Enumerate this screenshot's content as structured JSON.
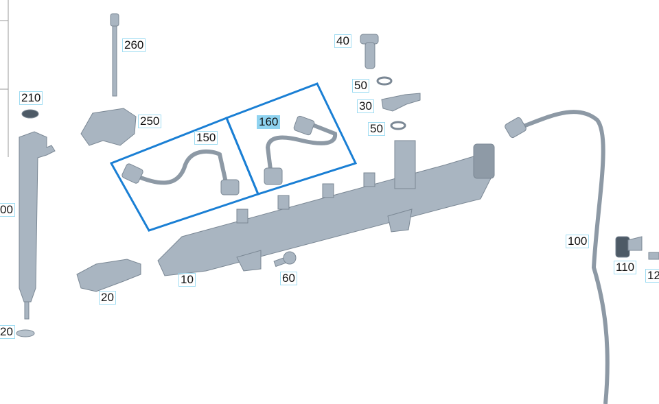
{
  "diagram": {
    "type": "exploded parts diagram",
    "highlight_color": "#8fd3f0",
    "selection_box_color": "#1a7fd4",
    "selected_part": "160",
    "labels": [
      {
        "id": "260",
        "text": "260"
      },
      {
        "id": "210",
        "text": "210"
      },
      {
        "id": "250",
        "text": "250"
      },
      {
        "id": "150",
        "text": "150"
      },
      {
        "id": "160",
        "text": "160"
      },
      {
        "id": "40",
        "text": "40"
      },
      {
        "id": "50a",
        "text": "50"
      },
      {
        "id": "30",
        "text": "30"
      },
      {
        "id": "50b",
        "text": "50"
      },
      {
        "id": "10",
        "text": "10"
      },
      {
        "id": "20",
        "text": "20"
      },
      {
        "id": "60",
        "text": "60"
      },
      {
        "id": "100",
        "text": "100"
      },
      {
        "id": "110",
        "text": "110"
      },
      {
        "id": "120",
        "text": "12"
      },
      {
        "id": "200",
        "text": "00"
      },
      {
        "id": "220",
        "text": "20"
      }
    ]
  }
}
